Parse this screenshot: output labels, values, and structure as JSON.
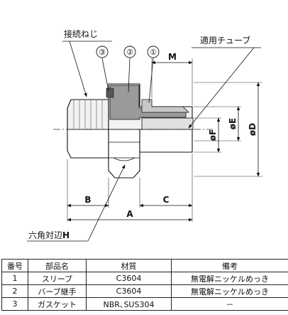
{
  "drawing": {
    "labels": {
      "thread": "接続ねじ",
      "tube": "適用チューブ",
      "hex": "六角対辺",
      "hex_sym": "H"
    },
    "callouts": [
      "③",
      "②",
      "①"
    ],
    "dims": {
      "M": "M",
      "F": "øF",
      "E": "øE",
      "D": "øD",
      "B": "B",
      "C": "C",
      "A": "A"
    }
  },
  "table": {
    "headers": [
      "番号",
      "部品名",
      "材質",
      "備考"
    ],
    "rows": [
      [
        "1",
        "スリーブ",
        "C3604",
        "無電解ニッケルめっき"
      ],
      [
        "2",
        "バーブ継手",
        "C3604",
        "無電解ニッケルめっき"
      ],
      [
        "3",
        "ガスケット",
        "NBR､SUS304",
        "－"
      ]
    ]
  }
}
